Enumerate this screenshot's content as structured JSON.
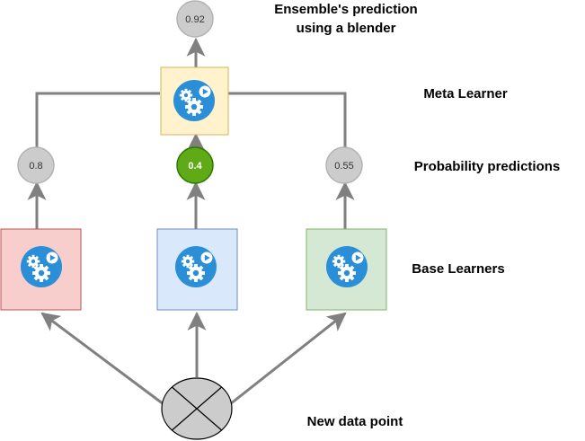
{
  "labels": {
    "ensemble_line1": "Ensemble's prediction",
    "ensemble_line2": "using a blender",
    "meta_learner": "Meta Learner",
    "probability_predictions": "Probability predictions",
    "base_learners": "Base Learners",
    "new_data_point": "New data point"
  },
  "nodes": {
    "final_prediction": "0.92",
    "left_prediction": "0.8",
    "middle_prediction": "0.4",
    "right_prediction": "0.55"
  },
  "colors": {
    "edge": "#808080",
    "grey_node_fill": "#cccccc",
    "grey_node_stroke": "#b3b3b3",
    "green_node_fill": "#60a917",
    "green_node_stroke": "#2d7600",
    "meta_fill": "#fff2cc",
    "meta_stroke": "#d6b656",
    "base_left_fill": "#f8cecc",
    "base_left_stroke": "#b85450",
    "base_middle_fill": "#dae8fc",
    "base_middle_stroke": "#6c8ebf",
    "base_right_fill": "#d5e8d4",
    "base_right_stroke": "#82b366",
    "icon_blue": "#2b8fd8"
  },
  "icons": {
    "learner_icon": "gears-play-icon",
    "input_icon": "circle-x-icon"
  }
}
